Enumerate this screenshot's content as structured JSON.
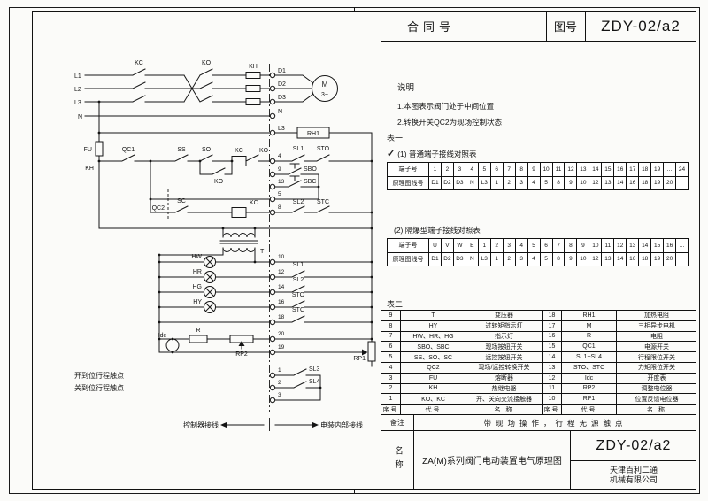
{
  "colors": {
    "ink": "#141414",
    "paper": "#fbfbf9"
  },
  "header": {
    "contract_label": "合同号",
    "drawing_no_label": "图号",
    "drawing_no": "ZDY-02/a2"
  },
  "notes": {
    "heading": "说明",
    "lines": [
      "1.本图表示阀门处于中间位置",
      "2.转换开关QC2为现场控制状态"
    ]
  },
  "table_one": {
    "heading": "表一",
    "check": "✓",
    "terminal_label": "端子号",
    "wire_label": "原理图线号",
    "normal": {
      "title": "(1) 普通端子接线对照表",
      "terminals": [
        "1",
        "2",
        "3",
        "4",
        "5",
        "6",
        "7",
        "8",
        "9",
        "10",
        "11",
        "12",
        "13",
        "14",
        "15",
        "16",
        "17",
        "18",
        "19",
        "…",
        "24"
      ],
      "wires": [
        "D1",
        "D2",
        "D3",
        "N",
        "L3",
        "1",
        "2",
        "3",
        "4",
        "5",
        "8",
        "9",
        "10",
        "12",
        "13",
        "14",
        "16",
        "18",
        "19",
        "20",
        ""
      ]
    },
    "explosion": {
      "title": "(2) 隔爆型端子接线对照表",
      "terminals": [
        "U",
        "V",
        "W",
        "E",
        "1",
        "2",
        "3",
        "4",
        "5",
        "6",
        "7",
        "8",
        "9",
        "10",
        "11",
        "12",
        "13",
        "14",
        "15",
        "16",
        "…"
      ],
      "wires": [
        "D1",
        "D2",
        "D3",
        "N",
        "L3",
        "1",
        "2",
        "3",
        "4",
        "5",
        "8",
        "9",
        "10",
        "12",
        "13",
        "14",
        "16",
        "18",
        "19",
        "20",
        ""
      ]
    }
  },
  "table_two": {
    "heading": "表二",
    "header": [
      "序号",
      "代号",
      "名 称",
      "序号",
      "代号",
      "名 称"
    ],
    "rows": [
      [
        "9",
        "T",
        "变压器",
        "18",
        "RH1",
        "加热电阻"
      ],
      [
        "8",
        "HY",
        "过转矩指示灯",
        "17",
        "M",
        "三相异步电机"
      ],
      [
        "7",
        "HW、HR、HG",
        "指示灯",
        "16",
        "R",
        "电阻"
      ],
      [
        "6",
        "SBO、SBC",
        "现场按钮开关",
        "15",
        "QC1",
        "电源开关"
      ],
      [
        "5",
        "SS、SO、SC",
        "远控按钮开关",
        "14",
        "SL1~SL4",
        "行程限位开关"
      ],
      [
        "4",
        "QC2",
        "现场/远控转换开关",
        "13",
        "STO、STC",
        "力矩限位开关"
      ],
      [
        "3",
        "FU",
        "熔断器",
        "12",
        "Idc",
        "开度表"
      ],
      [
        "2",
        "KH",
        "热继电器",
        "11",
        "RP2",
        "调整电位器"
      ],
      [
        "1",
        "KO、KC",
        "开、关向交流接触器",
        "10",
        "RP1",
        "位置反馈电位器"
      ]
    ]
  },
  "remark": {
    "label": "备注",
    "text": "带现场操作，行程无源触点"
  },
  "title_block": {
    "name_label": "名称",
    "drawing_title": "ZA(M)系列阀门电动装置电气原理图",
    "drawing_no": "ZDY-02/a2",
    "company_line1": "天津百利二通",
    "company_line2": "机械有限公司"
  },
  "schematic": {
    "labels": {
      "l1": "L1",
      "l2": "L2",
      "l3": "L3",
      "n": "N",
      "kc": "KC",
      "ko": "KO",
      "kh": "KH",
      "d1": "D1",
      "d2": "D2",
      "d3": "D3",
      "n_term": "N",
      "motor": "M",
      "motor_phase": "3~",
      "l3_line": "L3",
      "rh1": "RH1",
      "fu": "FU",
      "kh_aux": "KH",
      "qc1": "QC1",
      "ss": "SS",
      "so": "SO",
      "kc_coil": "KC",
      "ko_int": "KO",
      "ko_seal": "KO",
      "sc": "SC",
      "kc_int": "KC",
      "qc2": "QC2",
      "n4": "4",
      "n9": "9",
      "n13": "13",
      "n5": "5",
      "n8": "8",
      "sl1_a": "SL1",
      "sto_a": "STO",
      "sbo": "SBO",
      "sbc": "SBC",
      "sl2_a": "SL2",
      "stc_a": "STC",
      "t": "T",
      "hw": "HW",
      "hr": "HR",
      "hg": "HG",
      "hy": "HY",
      "n10": "10",
      "n12": "12",
      "n14": "14",
      "n16": "16",
      "n18": "18",
      "sl1_b": "SL1",
      "sl2_b": "SL2",
      "sto_b": "STO",
      "stc_b": "STC",
      "idc": "Idc",
      "r": "R",
      "rp2": "RP2",
      "n20": "20",
      "n19": "19",
      "rp1": "RP1",
      "n1": "1",
      "n2": "2",
      "n3": "3",
      "sl3": "SL3",
      "sl4": "SL4",
      "open_limit": "开到位行程触点",
      "close_limit": "关到位行程触点",
      "controller_side": "控制器接线",
      "internal_side": "电装内部接线"
    }
  }
}
